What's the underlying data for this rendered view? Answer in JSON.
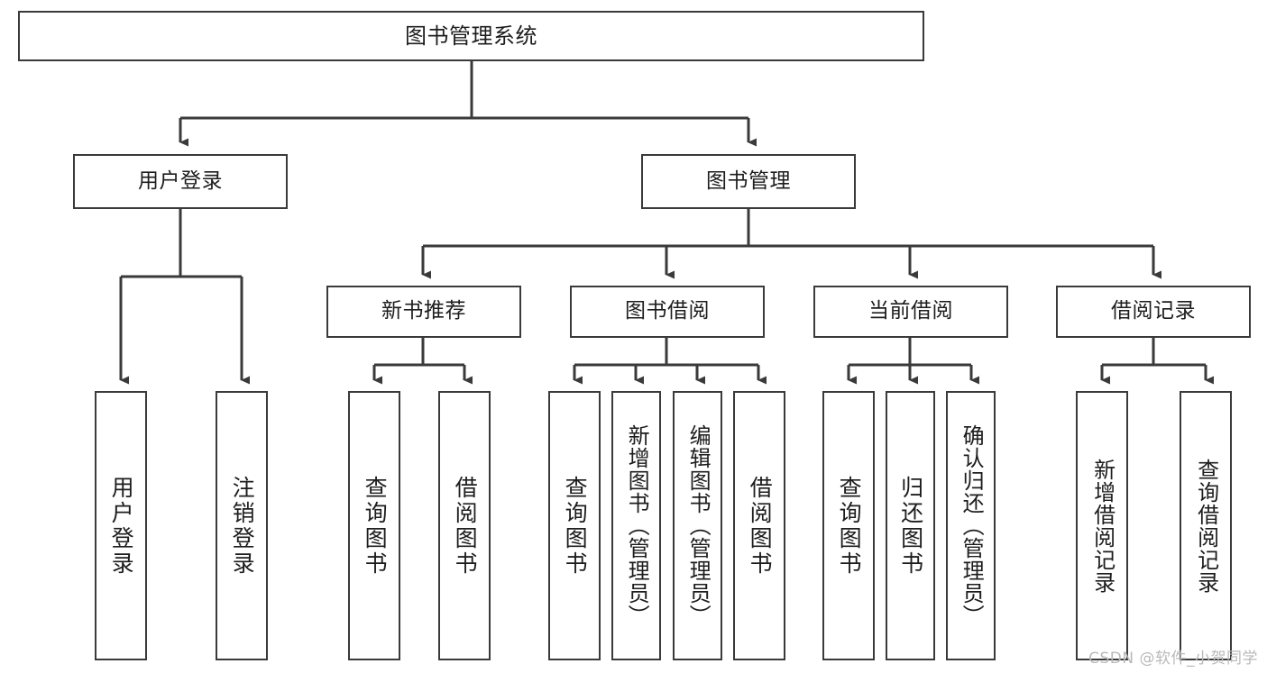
{
  "diagram": {
    "title": "图书管理系统",
    "type": "tree-hierarchy-chart",
    "watermark": "CSDN @软件_小贺同学",
    "colors": {
      "box_border": "#3a3a3a",
      "box_fill": "#ffffff",
      "edge": "#3a3a3a",
      "text": "#1d1d1d",
      "watermark": "#b9b9b9",
      "background": "#ffffff"
    },
    "nodes": {
      "root": {
        "label": "图书管理系统"
      },
      "level2": [
        {
          "label": "用户登录"
        },
        {
          "label": "图书管理"
        }
      ],
      "level3": [
        {
          "label": "新书推荐"
        },
        {
          "label": "图书借阅"
        },
        {
          "label": "当前借阅"
        },
        {
          "label": "借阅记录"
        }
      ],
      "leaves": {
        "user_login": [
          {
            "label": "用户登录"
          },
          {
            "label": "注销登录"
          }
        ],
        "new_book_recommend": [
          {
            "label": "查询图书"
          },
          {
            "label": "借阅图书"
          }
        ],
        "book_borrow": [
          {
            "label": "查询图书"
          },
          {
            "label": "新增图书（管理员）"
          },
          {
            "label": "编辑图书（管理员）"
          },
          {
            "label": "借阅图书"
          }
        ],
        "current_borrow": [
          {
            "label": "查询图书"
          },
          {
            "label": "归还图书"
          },
          {
            "label": "确认归还（管理员）"
          }
        ],
        "borrow_record": [
          {
            "label": "新增借阅记录"
          },
          {
            "label": "查询借阅记录"
          }
        ]
      }
    }
  }
}
